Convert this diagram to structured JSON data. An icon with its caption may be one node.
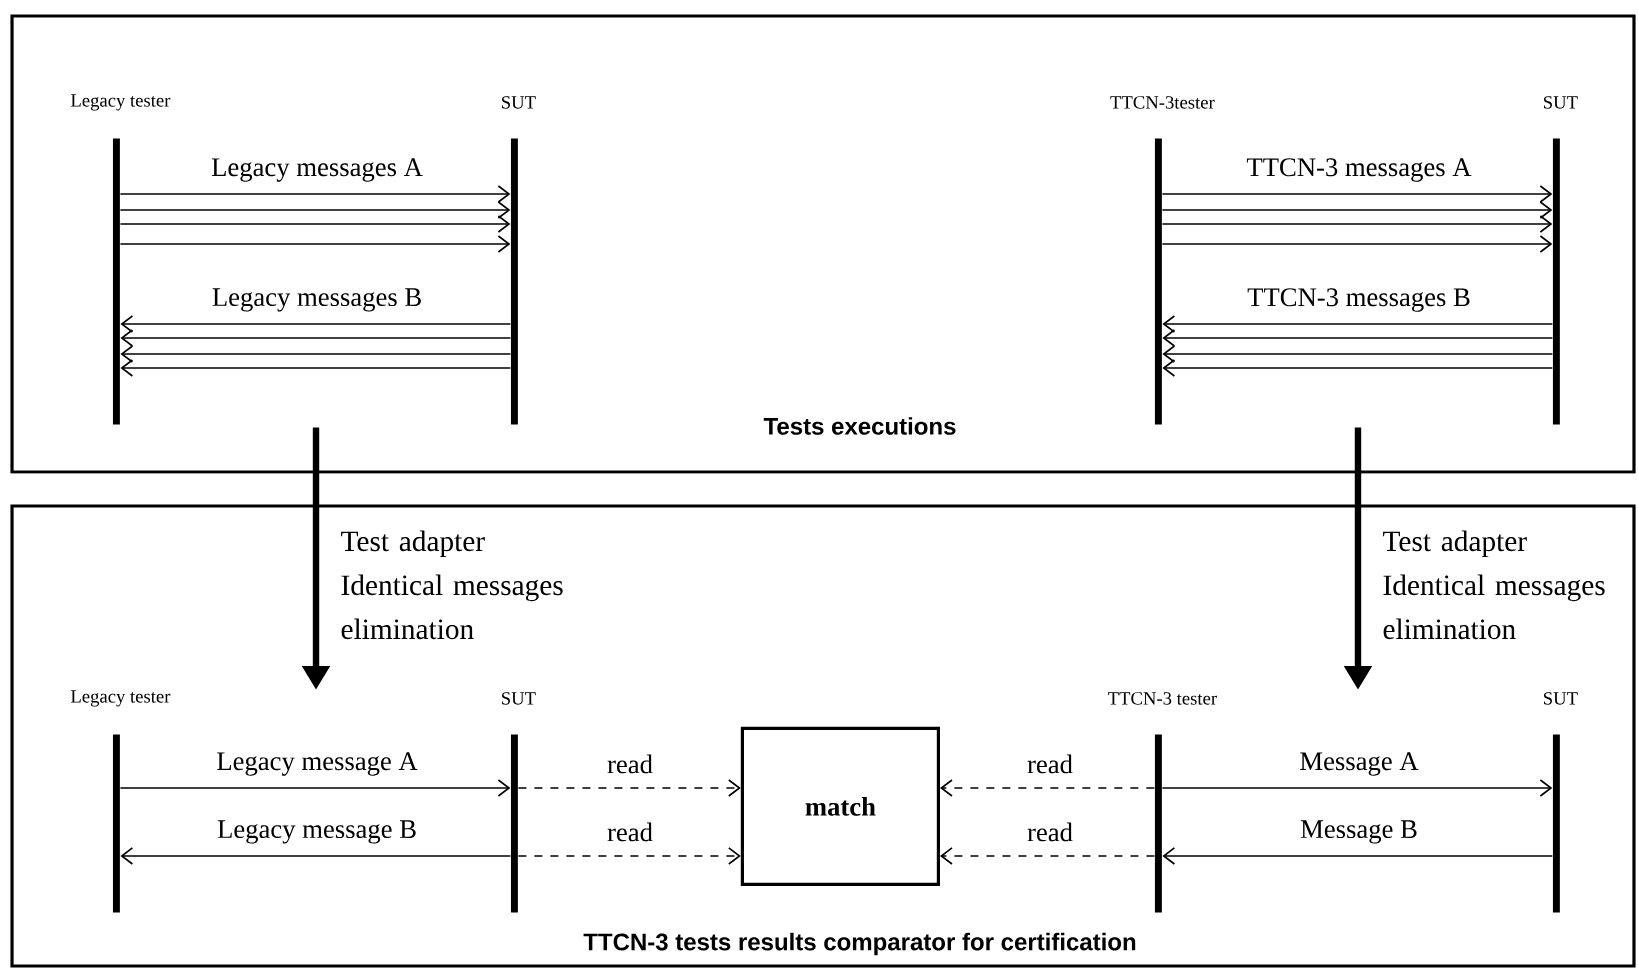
{
  "diagram": {
    "nodes": [
      {
        "text": [
          "Tests executions"
        ]
      },
      {
        "text": [
          "TTCN-3 tests results comparator for certification"
        ]
      },
      {
        "text": [
          "Legacy tester"
        ],
        "in": 0
      },
      {
        "text": [
          "SUT"
        ],
        "in": 0
      },
      {
        "text": [
          "TTCN-3tester"
        ],
        "in": 0
      },
      {
        "text": [
          "SUT"
        ],
        "in": 0
      },
      {
        "text": [
          "Legacy tester"
        ],
        "in": 1
      },
      {
        "text": [
          "SUT"
        ],
        "in": 1
      },
      {
        "text": [
          "match"
        ],
        "in": 1
      },
      {
        "text": [
          "TTCN-3 tester"
        ],
        "in": 1
      },
      {
        "text": [
          "SUT"
        ],
        "in": 1
      }
    ],
    "edges": [
      {
        "from": 2,
        "to": 3,
        "arrow": "to",
        "label": "Legacy messages A"
      },
      {
        "from": 2,
        "to": 3,
        "arrow": "to"
      },
      {
        "from": 2,
        "to": 3,
        "arrow": "to"
      },
      {
        "from": 2,
        "to": 3,
        "arrow": "to"
      },
      {
        "from": 3,
        "to": 2,
        "arrow": "to",
        "label": "Legacy messages B"
      },
      {
        "from": 3,
        "to": 2,
        "arrow": "to"
      },
      {
        "from": 3,
        "to": 2,
        "arrow": "to"
      },
      {
        "from": 3,
        "to": 2,
        "arrow": "to"
      },
      {
        "from": 4,
        "to": 5,
        "arrow": "to",
        "label": "TTCN-3 messages A"
      },
      {
        "from": 4,
        "to": 5,
        "arrow": "to"
      },
      {
        "from": 4,
        "to": 5,
        "arrow": "to"
      },
      {
        "from": 4,
        "to": 5,
        "arrow": "to"
      },
      {
        "from": 5,
        "to": 4,
        "arrow": "to",
        "label": "TTCN-3 messages B"
      },
      {
        "from": 5,
        "to": 4,
        "arrow": "to"
      },
      {
        "from": 5,
        "to": 4,
        "arrow": "to"
      },
      {
        "from": 5,
        "to": 4,
        "arrow": "to"
      },
      {
        "from": 0,
        "to": null,
        "arrow": "to",
        "style": "thick",
        "label": "Test adapter Identical messages elimination"
      },
      {
        "from": 0,
        "to": null,
        "arrow": "to",
        "style": "thick",
        "label": "Test adapter Identical messages elimination"
      },
      {
        "from": 6,
        "to": 7,
        "arrow": "to",
        "label": "Legacy message A"
      },
      {
        "from": 7,
        "to": 6,
        "arrow": "to",
        "label": "Legacy message B"
      },
      {
        "from": 7,
        "to": 8,
        "arrow": "to",
        "style": "dashed",
        "label": "read"
      },
      {
        "from": 7,
        "to": 8,
        "arrow": "to",
        "style": "dashed",
        "label": "read"
      },
      {
        "from": 9,
        "to": 8,
        "arrow": "to",
        "style": "dashed",
        "label": "read"
      },
      {
        "from": 9,
        "to": 8,
        "arrow": "to",
        "style": "dashed",
        "label": "read"
      },
      {
        "from": 9,
        "to": 10,
        "arrow": "to",
        "label": "Message A"
      },
      {
        "from": 10,
        "to": 9,
        "arrow": "to",
        "label": "Message B"
      }
    ]
  }
}
